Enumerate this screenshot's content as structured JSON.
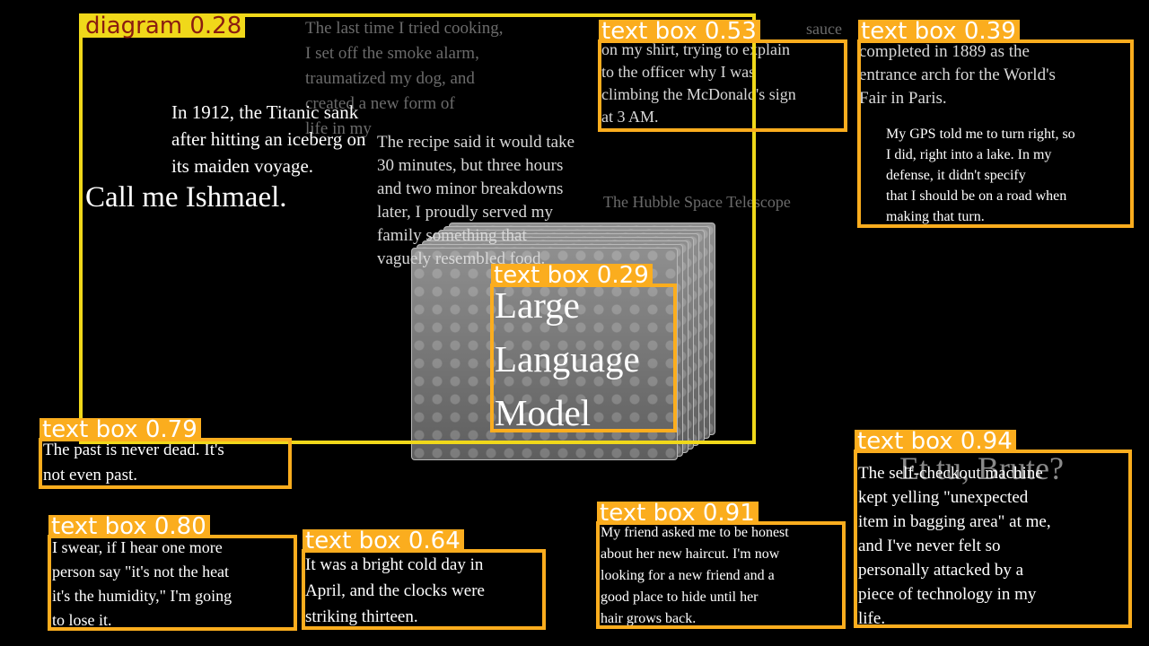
{
  "video_frame": {
    "main_texts": {
      "titanic": "In 1912, the Titanic sank\nafter hitting an iceberg on\nits maiden voyage.",
      "ishmael": "Call me Ishmael.",
      "recipe": "The recipe said it would take\n30 minutes, but three hours\nand two minor breakdowns\nlater, I proudly served my\nfamily something that\nvaguely resembled food.",
      "sauce": "on my shirt, trying to explain\nto the officer why I was\nclimbing the McDonald's sign\nat 3 AM.",
      "eiffel": "completed in 1889 as the\nentrance arch for the World's\nFair in Paris.",
      "gps": "My GPS told me to turn right, so\nI did, right into a lake. In my\ndefense, it didn't specify\nthat I should be on a road when\nmaking that turn.",
      "llm": "Large\nLanguage\nModel",
      "faulkner": "The past is never dead. It's\nnot even past.",
      "humidity": "I swear, if I hear one more\nperson say \"it's not the heat\nit's the humidity,\" I'm going\nto lose it.",
      "orwell": "It was a bright cold day in\nApril, and the clocks were\nstriking thirteen.",
      "haircut": "My friend asked me to be honest\nabout her new haircut. I'm now\nlooking for a new friend and a\ngood place to hide until her\nhair grows back.",
      "brute": "Et tu, Brute?",
      "selfcheckout": "The self-checkout machine\nkept yelling \"unexpected\nitem in bagging area\" at me,\nand I've never felt so\npersonally attacked by a\npiece of technology in my\nlife."
    },
    "faint_texts": {
      "cooking": "The last time I tried cooking,\nI set off the smoke alarm,\ntraumatized my dog, and\ncreated a new form of\nlife in my",
      "hubble": "The Hubble Space Telescope",
      "sauce_word": "sauce"
    }
  },
  "detections": [
    {
      "label": "diagram 0.28"
    },
    {
      "label": "text box 0.53"
    },
    {
      "label": "text box 0.39"
    },
    {
      "label": "text box 0.29"
    },
    {
      "label": "text box 0.79"
    },
    {
      "label": "text box 0.80"
    },
    {
      "label": "text box 0.64"
    },
    {
      "label": "text box 0.91"
    },
    {
      "label": "text box 0.94"
    }
  ],
  "colors": {
    "background": "#000000",
    "text_box_border": "#fbad1e",
    "diagram_border": "#f0d81a",
    "diagram_label_text": "#8a1c10"
  }
}
